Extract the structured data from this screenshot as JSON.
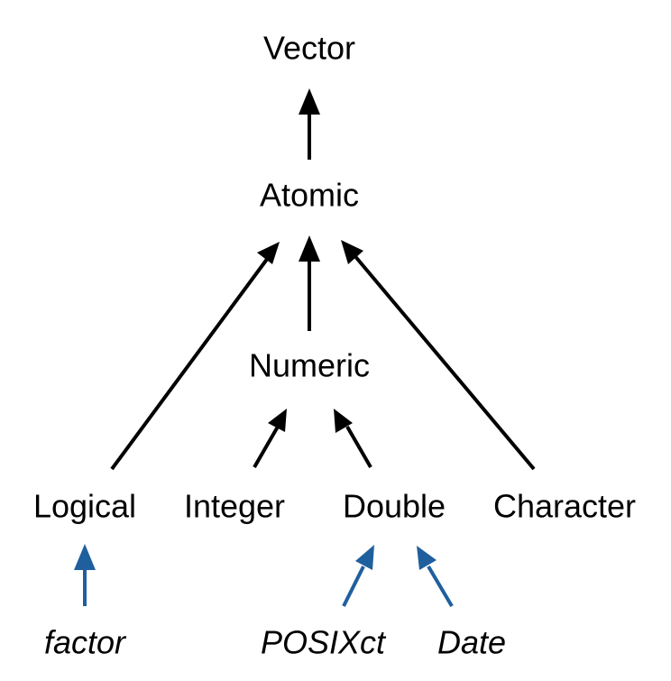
{
  "nodes": {
    "vector": "Vector",
    "atomic": "Atomic",
    "numeric": "Numeric",
    "logical": "Logical",
    "integer": "Integer",
    "double": "Double",
    "character": "Character",
    "factor": "factor",
    "posixct": "POSIXct",
    "date": "Date"
  },
  "colors": {
    "base": "#000000",
    "s3": "#1f5f9e"
  }
}
